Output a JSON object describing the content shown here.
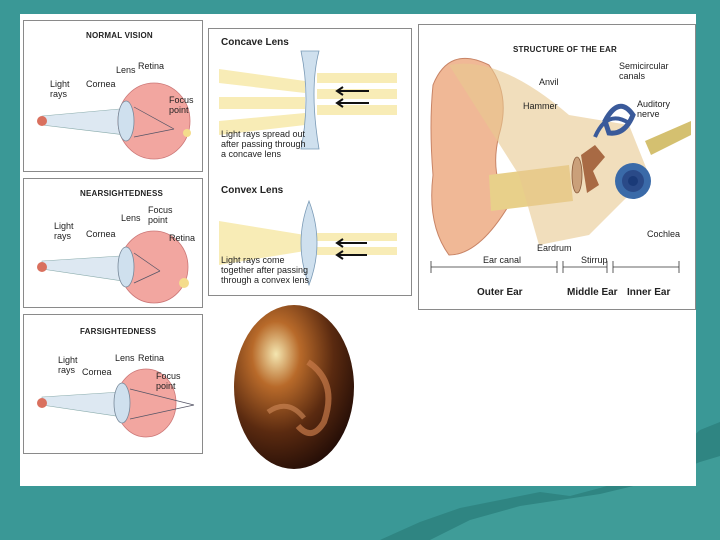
{
  "eye_panels": [
    {
      "title": "NORMAL VISION",
      "labels": {
        "light_rays": "Light\nrays",
        "cornea": "Cornea",
        "lens": "Lens",
        "retina": "Retina",
        "focus_point": "Focus\npoint"
      }
    },
    {
      "title": "NEARSIGHTEDNESS",
      "labels": {
        "light_rays": "Light\nrays",
        "cornea": "Cornea",
        "lens": "Lens",
        "retina": "Retina",
        "focus_point": "Focus\npoint"
      }
    },
    {
      "title": "FARSIGHTEDNESS",
      "labels": {
        "light_rays": "Light\nrays",
        "cornea": "Cornea",
        "lens": "Lens",
        "retina": "Retina",
        "focus_point": "Focus\npoint"
      }
    }
  ],
  "lens_panel": {
    "concave_title": "Concave Lens",
    "concave_caption": "Light rays spread out\nafter passing through\na concave lens",
    "convex_title": "Convex Lens",
    "convex_caption": "Light rays come\ntogether after passing\nthrough a convex lens"
  },
  "ear_panel": {
    "title": "STRUCTURE OF THE EAR",
    "labels": {
      "anvil": "Anvil",
      "semicircular": "Semicircular\ncanals",
      "hammer": "Hammer",
      "auditory": "Auditory\nnerve",
      "cochlea": "Cochlea",
      "ear_canal": "Ear canal",
      "eardrum": "Eardrum",
      "stirrup": "Stirrup"
    },
    "sections": {
      "outer": "Outer Ear",
      "middle": "Middle Ear",
      "inner": "Inner Ear"
    }
  },
  "colors": {
    "background": "#3d9a98",
    "eye": "#f2a6a0",
    "skin": "#f0c0a8",
    "lens": "#cfe0ee",
    "ray": "#f4dc8c"
  }
}
